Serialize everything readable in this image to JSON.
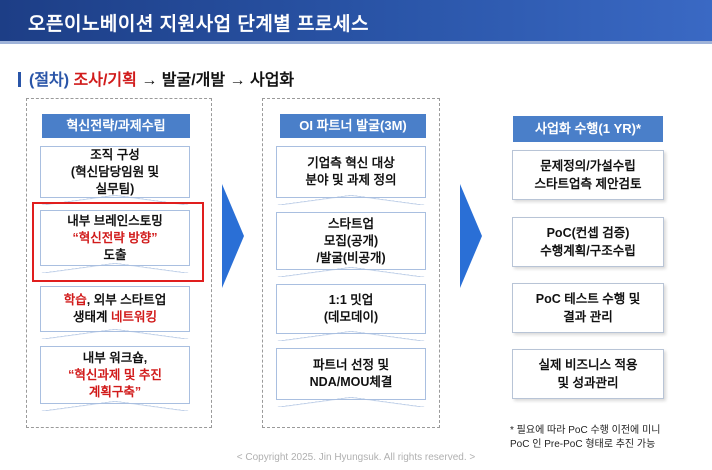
{
  "header": {
    "title": "오픈이노베이션 지원사업 단계별 프로세스"
  },
  "subtitle": {
    "prefix": "(절차) ",
    "highlight": "조사/기획",
    "arrow1": " → ",
    "stage2": "발굴/개발",
    "arrow2": " → ",
    "stage3": "사업화"
  },
  "col1": {
    "header": "혁신전략/과제수립",
    "steps": [
      {
        "l1": "조직 구성",
        "l2": "(혁신담당임원 및",
        "l3": "실무팀)"
      },
      {
        "l1": "내부 브레인스토밍",
        "l2": "“혁신전략 방향”",
        "l3": "도출"
      },
      {
        "l1a": "학습",
        "l1b": ", 외부 스타트업",
        "l2a": "생태계 ",
        "l2b": "네트워킹"
      },
      {
        "l1": "내부 워크숍,",
        "l2": "“혁신과제 및 추진",
        "l3": "계획구축”"
      }
    ]
  },
  "col2": {
    "header": "OI 파트너 발굴(3M)",
    "steps": [
      {
        "l1": "기업측 혁신 대상",
        "l2": "분야 및 과제 정의"
      },
      {
        "l1": "스타트업",
        "l2": "모집(공개)",
        "l3": "/발굴(비공개)"
      },
      {
        "l1": "1:1 밋업",
        "l2": "(데모데이)"
      },
      {
        "l1": "파트너 선정 및",
        "l2": "NDA/MOU체결"
      }
    ]
  },
  "col3": {
    "header": "사업화 수행(1 YR)*",
    "cards": [
      {
        "l1": "문제정의/가설수립",
        "l2": "스타트업측 제안검토"
      },
      {
        "l1": "PoC(컨셉 검증)",
        "l2": "수행계획/구조수립"
      },
      {
        "l1": "PoC 테스트 수행 및",
        "l2": "결과 관리"
      },
      {
        "l1": "실제 비즈니스 적용",
        "l2": "및 성과관리"
      }
    ]
  },
  "note": {
    "l1": "* 필요에 따라 PoC 수행 이전에 미니",
    "l2": "PoC 인 Pre-PoC 형태로 추진 가능"
  },
  "footer": {
    "copyright": "< Copyright 2025. Jin Hyungsuk. All rights reserved. >"
  },
  "colors": {
    "header_bg": "#1d3e86",
    "accent_blue": "#4a7fc9",
    "arrow_blue": "#2a6fd6",
    "highlight_red": "#e01e1e",
    "text_red": "#d11b1b"
  }
}
